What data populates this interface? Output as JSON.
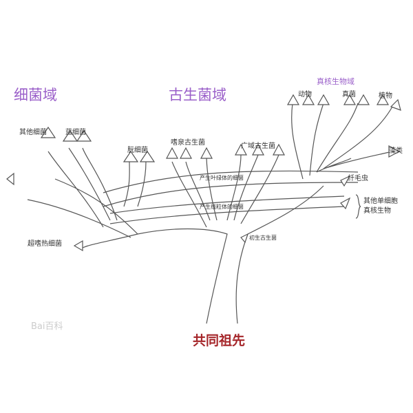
{
  "domains": {
    "bacteria": "细菌域",
    "archaea": "古生菌域",
    "eukarya": "真核生物域"
  },
  "root": "共同祖先",
  "labels": {
    "other_bacteria": "其他细菌",
    "cyanobacteria": "蓝细菌",
    "proteobacteria": "朊细菌",
    "crenarchaeota": "嗜泉古生菌",
    "euryarchaeota": "广域古生菌",
    "animals": "动物",
    "fungi": "真菌",
    "plants": "植物",
    "algae": "藻类",
    "ciliates": "纤毛虫",
    "other_unicellular": "其他单细胞",
    "other_unicellular_2": "真核生物",
    "hyperthermophiles": "超嗜热细菌",
    "korarchaeota": "初生古生菌",
    "chloroplast_bacteria": "产生叶绿体的细菌",
    "mitochondria_bacteria": "产生线粒体的细菌"
  },
  "watermark": "Bai百科",
  "colors": {
    "domain": "#9a5fc9",
    "root": "#a5262a"
  }
}
